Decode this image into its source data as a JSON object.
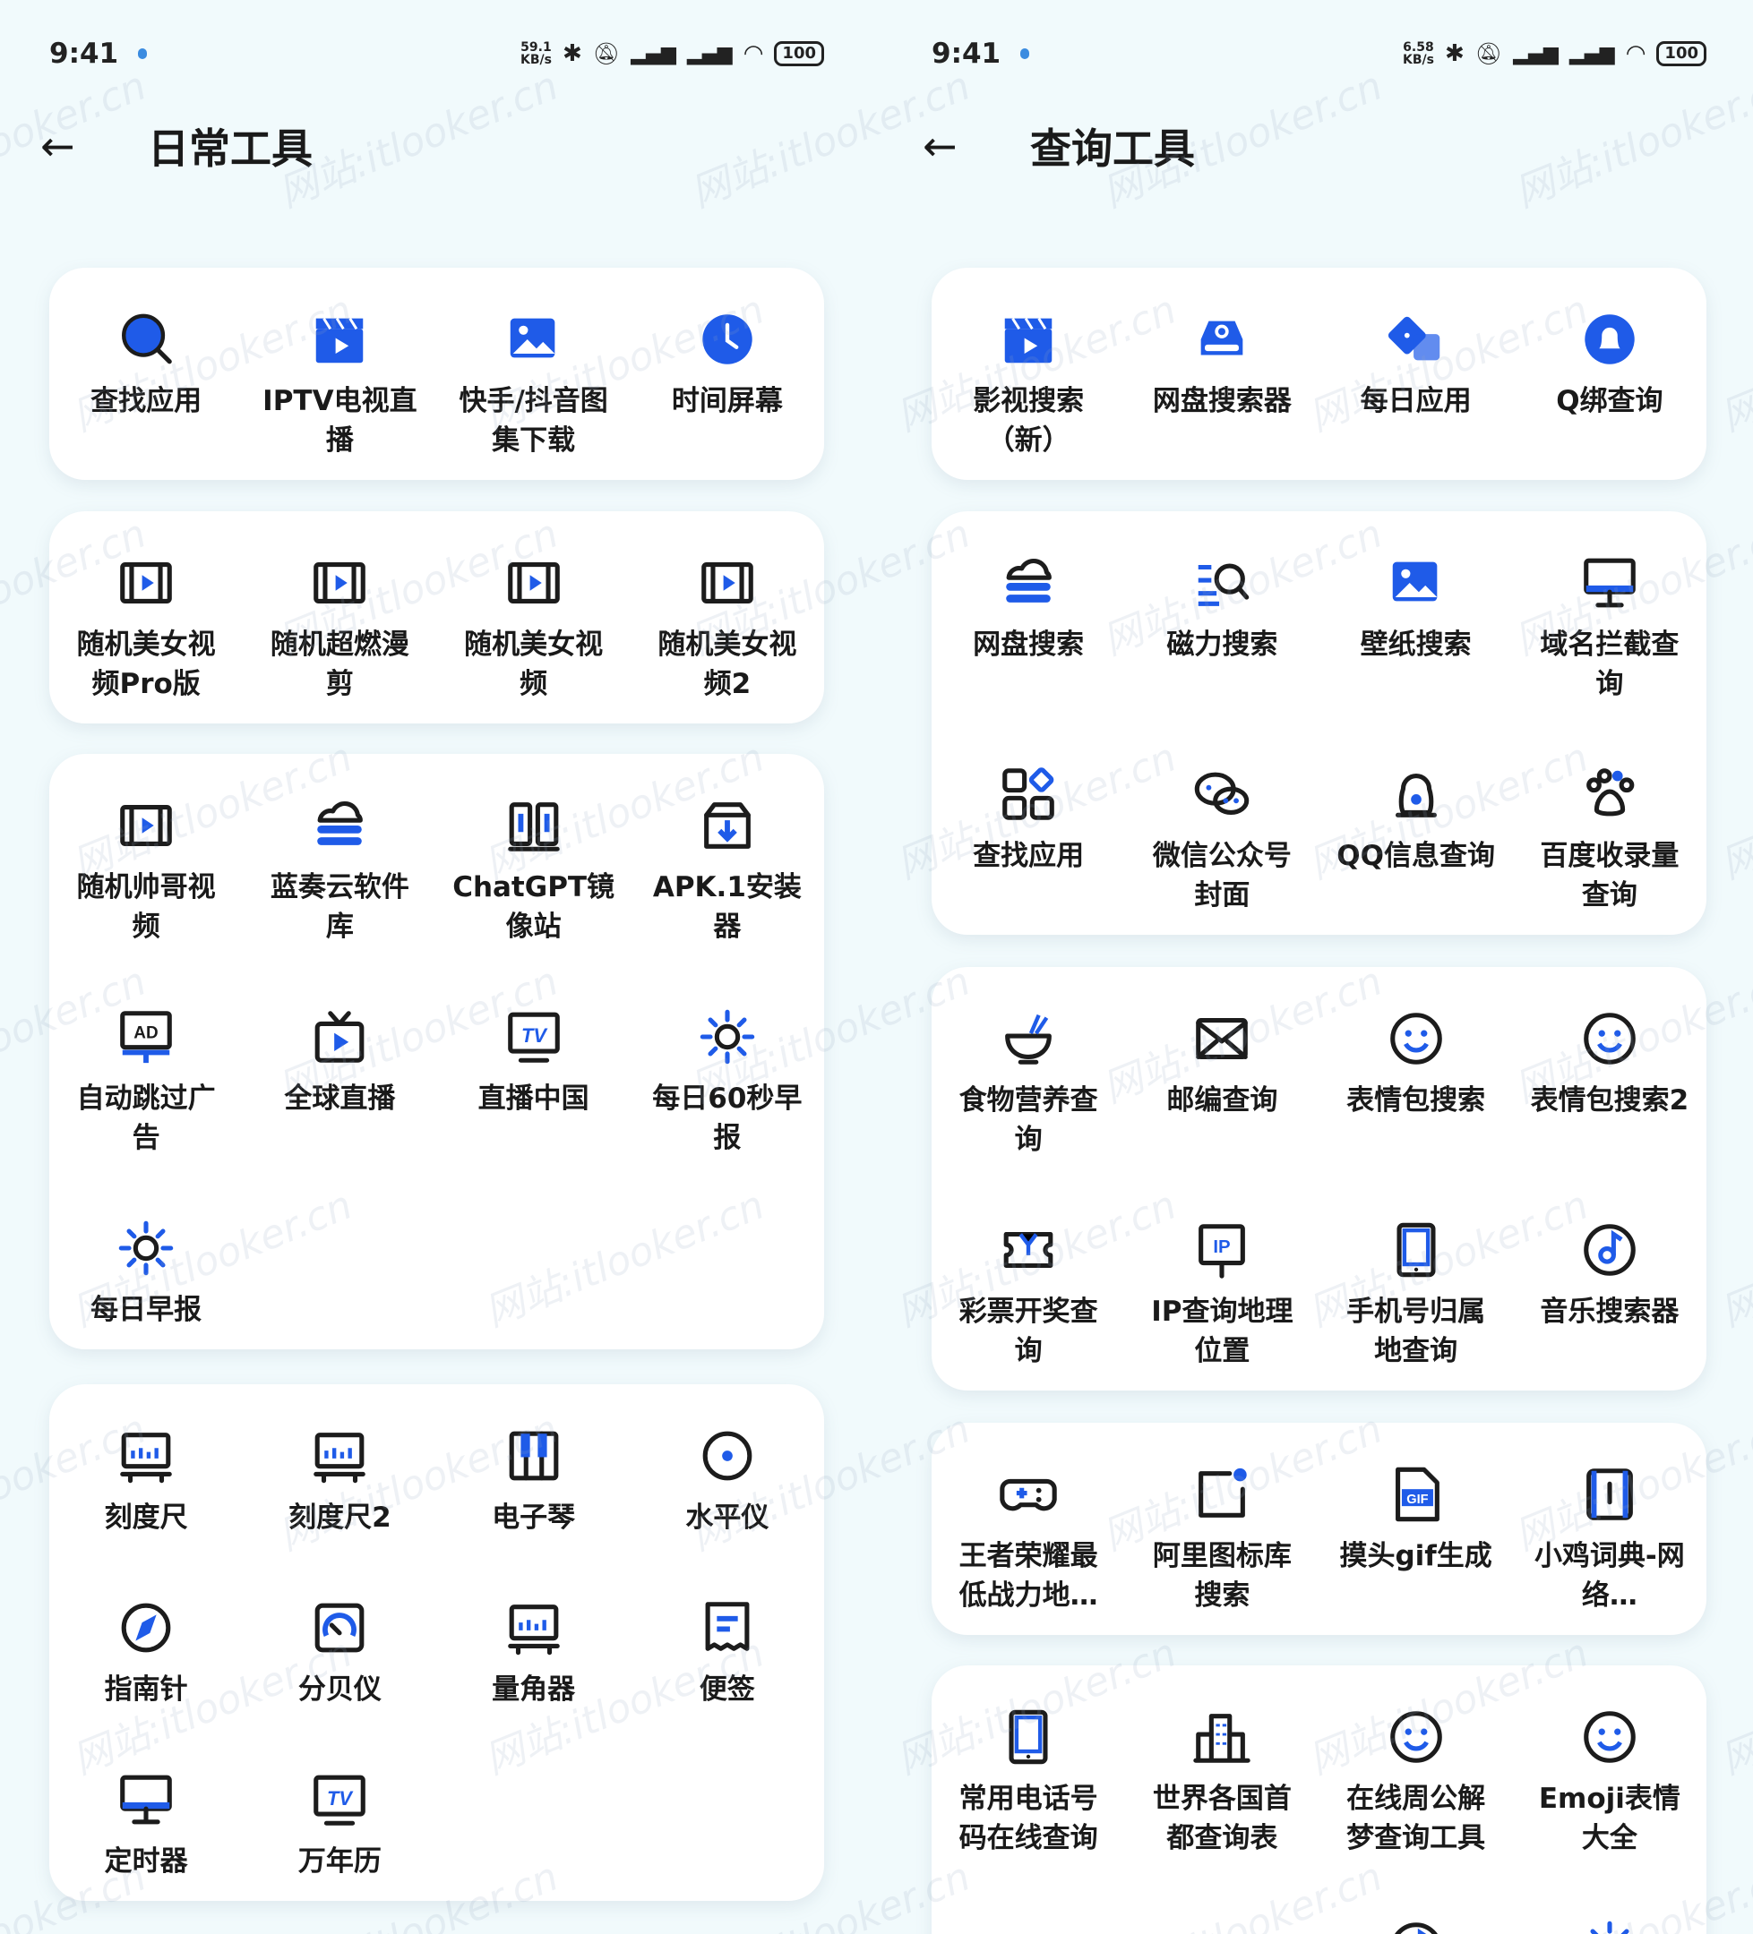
{
  "colors": {
    "accent": "#1f5be8",
    "background": "#f1fafc",
    "card": "#ffffff"
  },
  "watermark": "网站:itlooker.cn",
  "left": {
    "status": {
      "time": "9:41",
      "speed": "59.1\nKB/s",
      "battery": "100"
    },
    "title": "日常工具",
    "cards": [
      [
        {
          "label": "查找应用",
          "icon": "search-icon"
        },
        {
          "label": "IPTV电视直播",
          "icon": "clapper-icon"
        },
        {
          "label": "快手/抖音图集下载",
          "icon": "image-icon"
        },
        {
          "label": "时间屏幕",
          "icon": "clock-icon"
        }
      ],
      [
        {
          "label": "随机美女视频Pro版",
          "icon": "video-icon"
        },
        {
          "label": "随机超燃漫剪",
          "icon": "video-icon"
        },
        {
          "label": "随机美女视频",
          "icon": "video-icon"
        },
        {
          "label": "随机美女视频2",
          "icon": "video-icon"
        }
      ],
      [
        {
          "label": "随机帅哥视频",
          "icon": "video-icon"
        },
        {
          "label": "蓝奏云软件库",
          "icon": "cloud-stack-icon"
        },
        {
          "label": "ChatGPT镜像站",
          "icon": "book-icon"
        },
        {
          "label": "APK.1安装器",
          "icon": "box-download-icon"
        },
        {
          "label": "自动跳过广告",
          "icon": "ad-monitor-icon"
        },
        {
          "label": "全球直播",
          "icon": "tv-play-icon"
        },
        {
          "label": "直播中国",
          "icon": "tv-icon"
        },
        {
          "label": "每日60秒早报",
          "icon": "sun-icon"
        },
        {
          "label": "每日早报",
          "icon": "sun-icon"
        }
      ],
      [
        {
          "label": "刻度尺",
          "icon": "ruler-icon"
        },
        {
          "label": "刻度尺2",
          "icon": "ruler-icon"
        },
        {
          "label": "电子琴",
          "icon": "piano-icon"
        },
        {
          "label": "水平仪",
          "icon": "level-icon"
        },
        {
          "label": "指南针",
          "icon": "compass-icon"
        },
        {
          "label": "分贝仪",
          "icon": "gauge-icon"
        },
        {
          "label": "量角器",
          "icon": "ruler-icon"
        },
        {
          "label": "便签",
          "icon": "note-icon"
        },
        {
          "label": "定时器",
          "icon": "monitor-icon"
        },
        {
          "label": "万年历",
          "icon": "tv-icon"
        }
      ]
    ]
  },
  "right": {
    "status": {
      "time": "9:41",
      "speed": "6.58\nKB/s",
      "battery": "100"
    },
    "title": "查询工具",
    "cards": [
      [
        {
          "label": "影视搜索（新）",
          "icon": "clapper-icon"
        },
        {
          "label": "网盘搜索器",
          "icon": "drive-icon"
        },
        {
          "label": "每日应用",
          "icon": "dice-icon"
        },
        {
          "label": "Q绑查询",
          "icon": "bell-icon"
        }
      ],
      [
        {
          "label": "网盘搜索",
          "icon": "cloud-stack-icon"
        },
        {
          "label": "磁力搜索",
          "icon": "list-search-icon"
        },
        {
          "label": "壁纸搜索",
          "icon": "image-icon"
        },
        {
          "label": "域名拦截查询",
          "icon": "monitor-icon"
        },
        {
          "label": "查找应用",
          "icon": "grid-icon"
        },
        {
          "label": "微信公众号封面",
          "icon": "wechat-icon"
        },
        {
          "label": "QQ信息查询",
          "icon": "penguin-icon"
        },
        {
          "label": "百度收录量查询",
          "icon": "paw-icon"
        }
      ],
      [
        {
          "label": "食物营养查询",
          "icon": "bowl-icon"
        },
        {
          "label": "邮编查询",
          "icon": "mail-icon"
        },
        {
          "label": "表情包搜索",
          "icon": "smile-icon"
        },
        {
          "label": "表情包搜索2",
          "icon": "smile-icon"
        },
        {
          "label": "彩票开奖查询",
          "icon": "ticket-icon"
        },
        {
          "label": "IP查询地理位置",
          "icon": "ip-icon"
        },
        {
          "label": "手机号归属地查询",
          "icon": "phone-icon"
        },
        {
          "label": "音乐搜索器",
          "icon": "music-icon"
        }
      ],
      [
        {
          "label": "王者荣耀最低战力地…",
          "icon": "gamepad-icon"
        },
        {
          "label": "阿里图标库搜索",
          "icon": "frame-dot-icon"
        },
        {
          "label": "摸头gif生成",
          "icon": "gif-icon"
        },
        {
          "label": "小鸡词典-网络…",
          "icon": "bracket-icon"
        }
      ],
      [
        {
          "label": "常用电话号码在线查询",
          "icon": "phone-icon"
        },
        {
          "label": "世界各国首都查询表",
          "icon": "building-icon"
        },
        {
          "label": "在线周公解梦查询工具",
          "icon": "smile-icon"
        },
        {
          "label": "Emoji表情大全",
          "icon": "smile-icon"
        },
        {
          "label": "",
          "icon": "circle-icon"
        },
        {
          "label": "",
          "icon": "circle-icon"
        },
        {
          "label": "",
          "icon": "music-icon"
        },
        {
          "label": "",
          "icon": "sun-icon"
        }
      ]
    ]
  }
}
